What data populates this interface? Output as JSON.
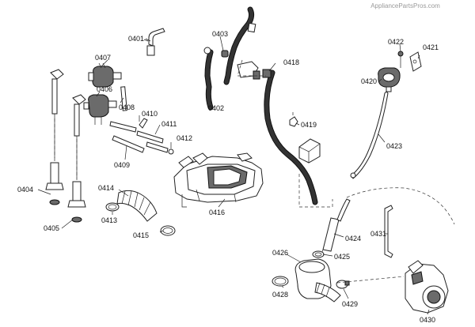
{
  "watermark": "AppliancePartsPros.com",
  "labels": [
    {
      "id": "0401",
      "text": "0401"
    },
    {
      "id": "0402",
      "text": "0402"
    },
    {
      "id": "0403",
      "text": "0403"
    },
    {
      "id": "0404",
      "text": "0404"
    },
    {
      "id": "0405",
      "text": "0405"
    },
    {
      "id": "0406",
      "text": "0406"
    },
    {
      "id": "0407",
      "text": "0407"
    },
    {
      "id": "0408",
      "text": "0408"
    },
    {
      "id": "0409",
      "text": "0409"
    },
    {
      "id": "0410",
      "text": "0410"
    },
    {
      "id": "0411",
      "text": "0411"
    },
    {
      "id": "0412",
      "text": "0412"
    },
    {
      "id": "0413",
      "text": "0413"
    },
    {
      "id": "0414",
      "text": "0414"
    },
    {
      "id": "0415",
      "text": "0415"
    },
    {
      "id": "0416",
      "text": "0416"
    },
    {
      "id": "0418",
      "text": "0418"
    },
    {
      "id": "0419",
      "text": "0419"
    },
    {
      "id": "0420",
      "text": "0420"
    },
    {
      "id": "0421",
      "text": "0421"
    },
    {
      "id": "0422",
      "text": "0422"
    },
    {
      "id": "0423",
      "text": "0423"
    },
    {
      "id": "0424",
      "text": "0424"
    },
    {
      "id": "0425",
      "text": "0425"
    },
    {
      "id": "0426",
      "text": "0426"
    },
    {
      "id": "0428",
      "text": "0428"
    },
    {
      "id": "0429",
      "text": "0429"
    },
    {
      "id": "0430",
      "text": "0430"
    },
    {
      "id": "0431",
      "text": "0431"
    }
  ]
}
